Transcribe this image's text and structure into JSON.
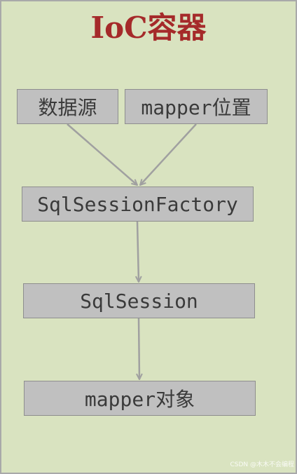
{
  "title": "IoC容器",
  "nodes": {
    "datasource": "数据源",
    "mapper_location": "mapper位置",
    "factory": "SqlSessionFactory",
    "session": "SqlSession",
    "mapper_object": "mapper对象"
  },
  "watermark": "CSDN @木木不会编程",
  "colors": {
    "background": "#d9e3c0",
    "title": "#a52a2a",
    "node_fill": "#c0c0c0",
    "node_border": "#8e8e8e",
    "arrow": "#a0a0a0",
    "text": "#3a3a3a"
  }
}
